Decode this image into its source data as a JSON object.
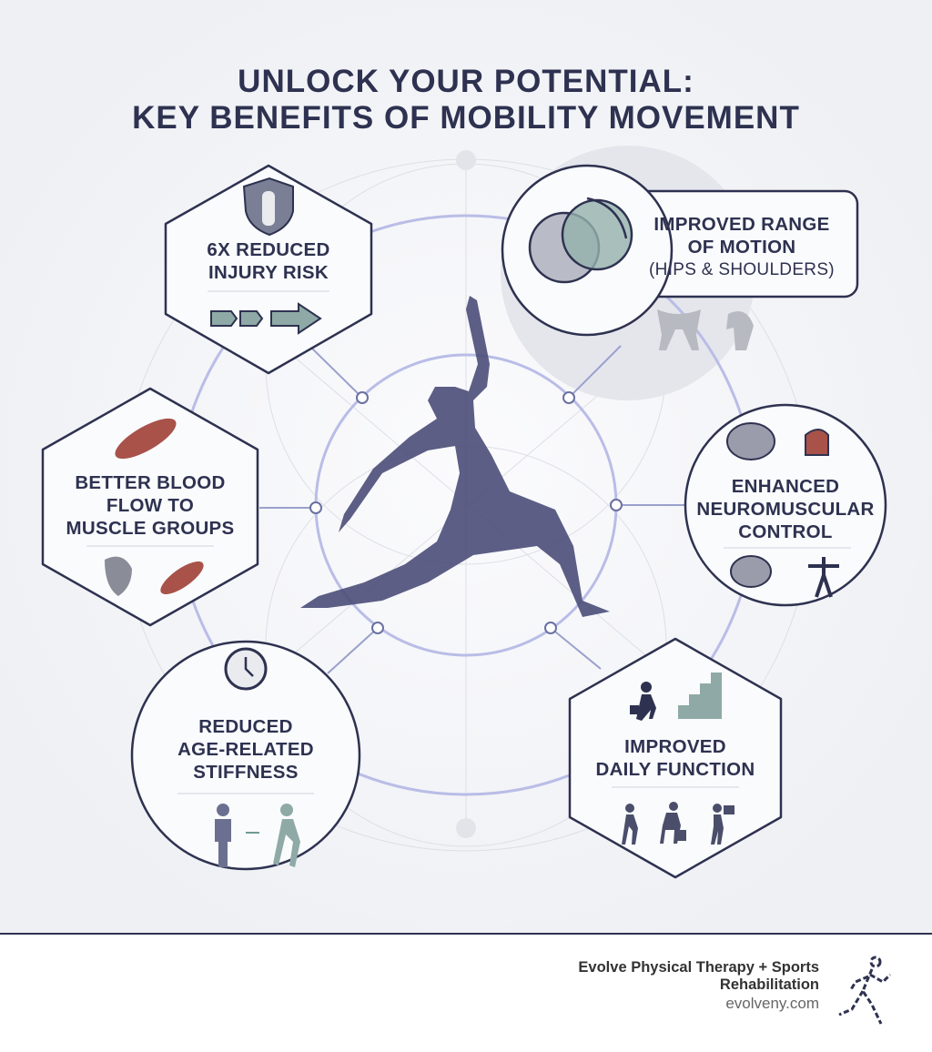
{
  "title": {
    "line1": "UNLOCK YOUR POTENTIAL:",
    "line2": "KEY BENEFITS OF MOBILITY MOVEMENT"
  },
  "benefits": [
    {
      "line1": "6X REDUCED",
      "line2": "INJURY RISK",
      "icon": "shield-joint-icon"
    },
    {
      "line1": "IMPROVED RANGE",
      "line2": "OF MOTION",
      "sub": "(HIPS & SHOULDERS)",
      "icon": "overlapping-circles-rotation-icon"
    },
    {
      "line1": "BETTER BLOOD",
      "line2": "FLOW TO",
      "line3": "MUSCLE GROUPS",
      "icon": "muscle-flow-icon"
    },
    {
      "line1": "ENHANCED",
      "line2": "NEUROMUSCULAR",
      "line3": "CONTROL",
      "icon": "brain-muscle-icon"
    },
    {
      "line1": "REDUCED",
      "line2": "AGE-RELATED",
      "line3": "STIFFNESS",
      "icon": "melting-clock-icon"
    },
    {
      "line1": "IMPROVED",
      "line2": "DAILY FUNCTION",
      "icon": "stairs-climb-icon"
    }
  ],
  "footer": {
    "brand_line1": "Evolve Physical Therapy + Sports",
    "brand_line2": "Rehabilitation",
    "url": "evolveny.com"
  },
  "colors": {
    "navy": "#2e3250",
    "accent_teal": "#6f9a94",
    "muscle": "#a8524a",
    "ring": "#b9bde6"
  }
}
